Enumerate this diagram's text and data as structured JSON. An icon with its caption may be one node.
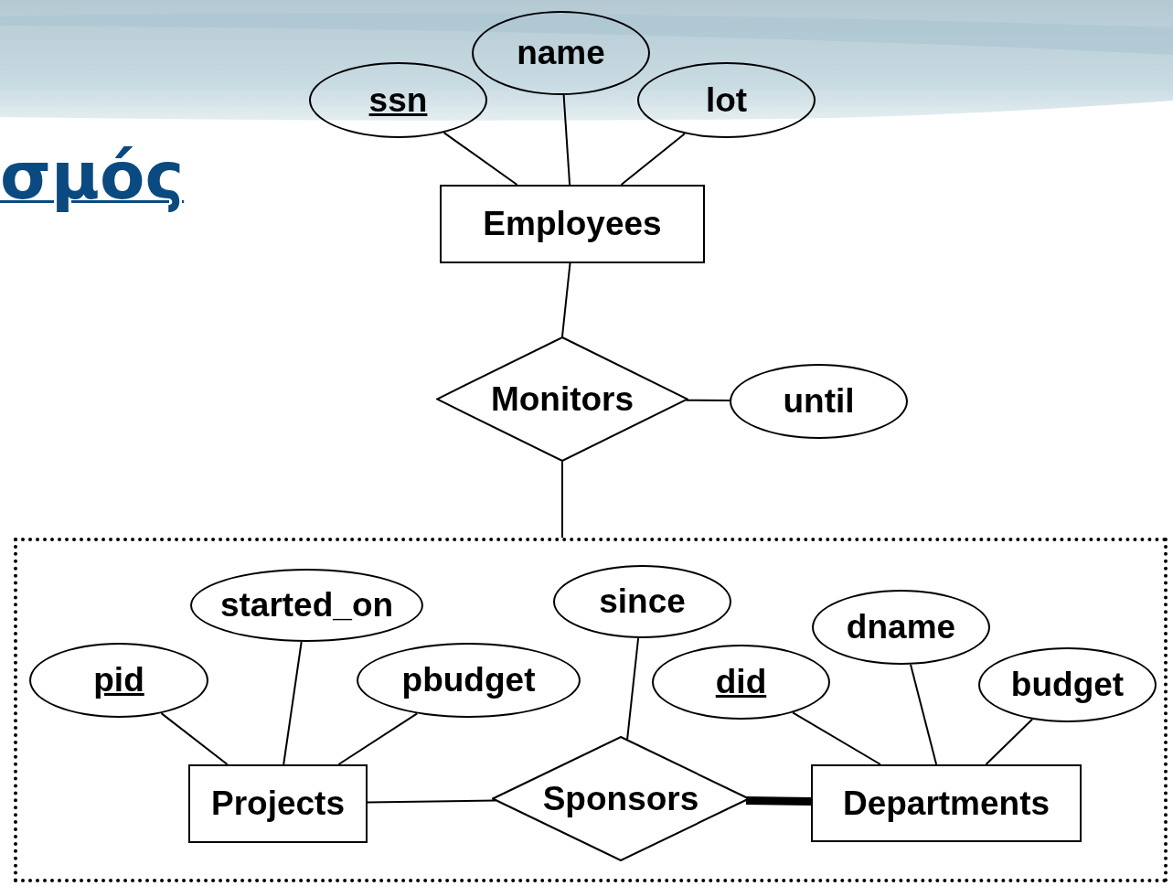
{
  "diagram": {
    "title": "σμός",
    "nodes": [
      {
        "text": [
          "name"
        ]
      },
      {
        "text": [
          "ssn"
        ]
      },
      {
        "text": [
          "lot"
        ]
      },
      {
        "text": [
          "Employees"
        ]
      },
      {
        "text": [
          "Monitors"
        ]
      },
      {
        "text": [
          "until"
        ]
      },
      {
        "text": [],
        "shape": "box"
      },
      {
        "text": [
          "started_on"
        ],
        "in": 6
      },
      {
        "text": [
          "since"
        ],
        "in": 6
      },
      {
        "text": [
          "pid"
        ],
        "in": 6
      },
      {
        "text": [
          "pbudget"
        ],
        "in": 6
      },
      {
        "text": [
          "did"
        ],
        "in": 6
      },
      {
        "text": [
          "dname"
        ],
        "in": 6
      },
      {
        "text": [
          "budget"
        ],
        "in": 6
      },
      {
        "text": [
          "Projects"
        ],
        "in": 6
      },
      {
        "text": [
          "Sponsors"
        ],
        "in": 6
      },
      {
        "text": [
          "Departments"
        ],
        "in": 6
      }
    ],
    "edges": [
      {
        "from": 1,
        "to": 3,
        "arrow": "none"
      },
      {
        "from": 0,
        "to": 3,
        "arrow": "none"
      },
      {
        "from": 2,
        "to": 3,
        "arrow": "none"
      },
      {
        "from": 3,
        "to": 4,
        "arrow": "none"
      },
      {
        "from": 4,
        "to": 5,
        "arrow": "none"
      },
      {
        "from": 4,
        "to": 6,
        "arrow": "none"
      },
      {
        "from": 9,
        "to": 14,
        "arrow": "none"
      },
      {
        "from": 7,
        "to": 14,
        "arrow": "none"
      },
      {
        "from": 10,
        "to": 14,
        "arrow": "none"
      },
      {
        "from": 14,
        "to": 15,
        "arrow": "none"
      },
      {
        "from": 8,
        "to": 15,
        "arrow": "none"
      },
      {
        "from": 15,
        "to": 16,
        "arrow": "none",
        "style": "thick"
      },
      {
        "from": 11,
        "to": 16,
        "arrow": "none"
      },
      {
        "from": 12,
        "to": 16,
        "arrow": "none"
      },
      {
        "from": 13,
        "to": 16,
        "arrow": "none"
      }
    ]
  }
}
